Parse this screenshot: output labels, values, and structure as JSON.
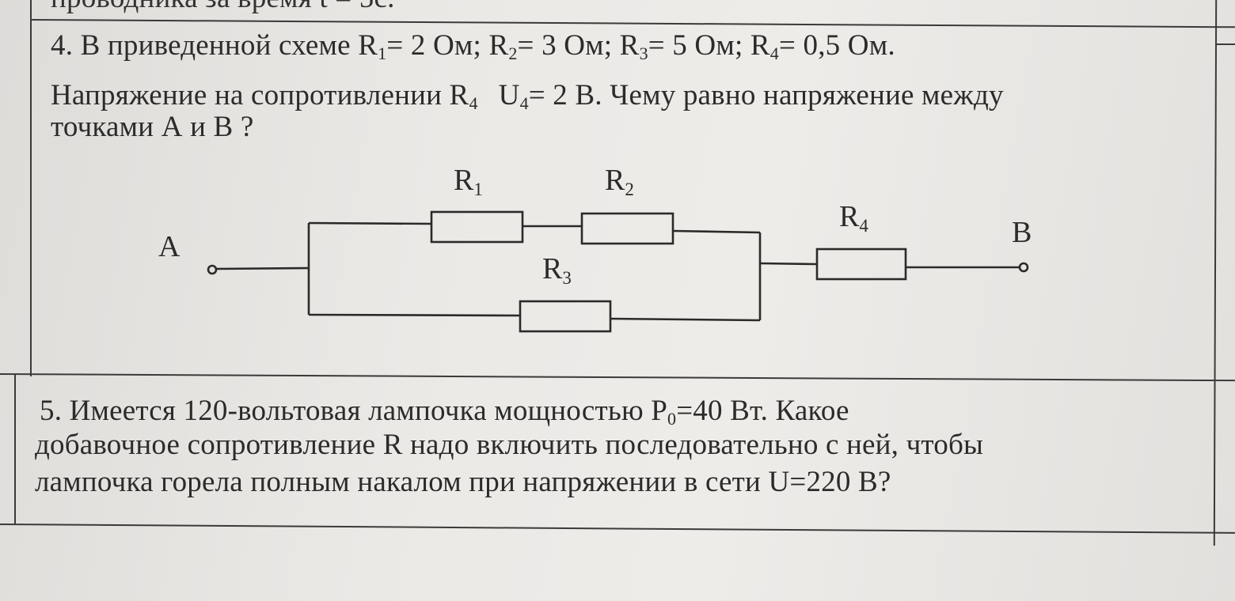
{
  "previous": {
    "fragment": "проводника за время t = 5с."
  },
  "problem4": {
    "line1": {
      "lead": "4. В приведенной схеме R",
      "r1_sub": "1",
      "r1_val": "= 2 Ом; R",
      "r2_sub": "2",
      "r2_val": "= 3 Ом; R",
      "r3_sub": "3",
      "r3_val": "= 5 Ом; R",
      "r4_sub": "4",
      "r4_val": "= 0,5 Ом."
    },
    "line2": {
      "lead": "Напряжение на сопротивлении R",
      "r4_sub": "4",
      "u_pre": "U",
      "u_sub": "4",
      "u_val": "= 2 В. Чему равно напряжение между"
    },
    "line3": "точками А и В ?",
    "circuit": {
      "point_a": "A",
      "point_b": "B",
      "r1": {
        "letter": "R",
        "sub": "1"
      },
      "r2": {
        "letter": "R",
        "sub": "2"
      },
      "r3": {
        "letter": "R",
        "sub": "3"
      },
      "r4": {
        "letter": "R",
        "sub": "4"
      }
    }
  },
  "problem5": {
    "line1": {
      "lead": "5. Имеется 120-вольтовая лампочка мощностью P",
      "p_sub": "0",
      "rest": "=40 Вт. Какое"
    },
    "line2": "добавочное сопротивление R надо включить последовательно с ней, чтобы",
    "line3": "лампочка горела полным накалом при напряжении в сети U=220 В?"
  }
}
